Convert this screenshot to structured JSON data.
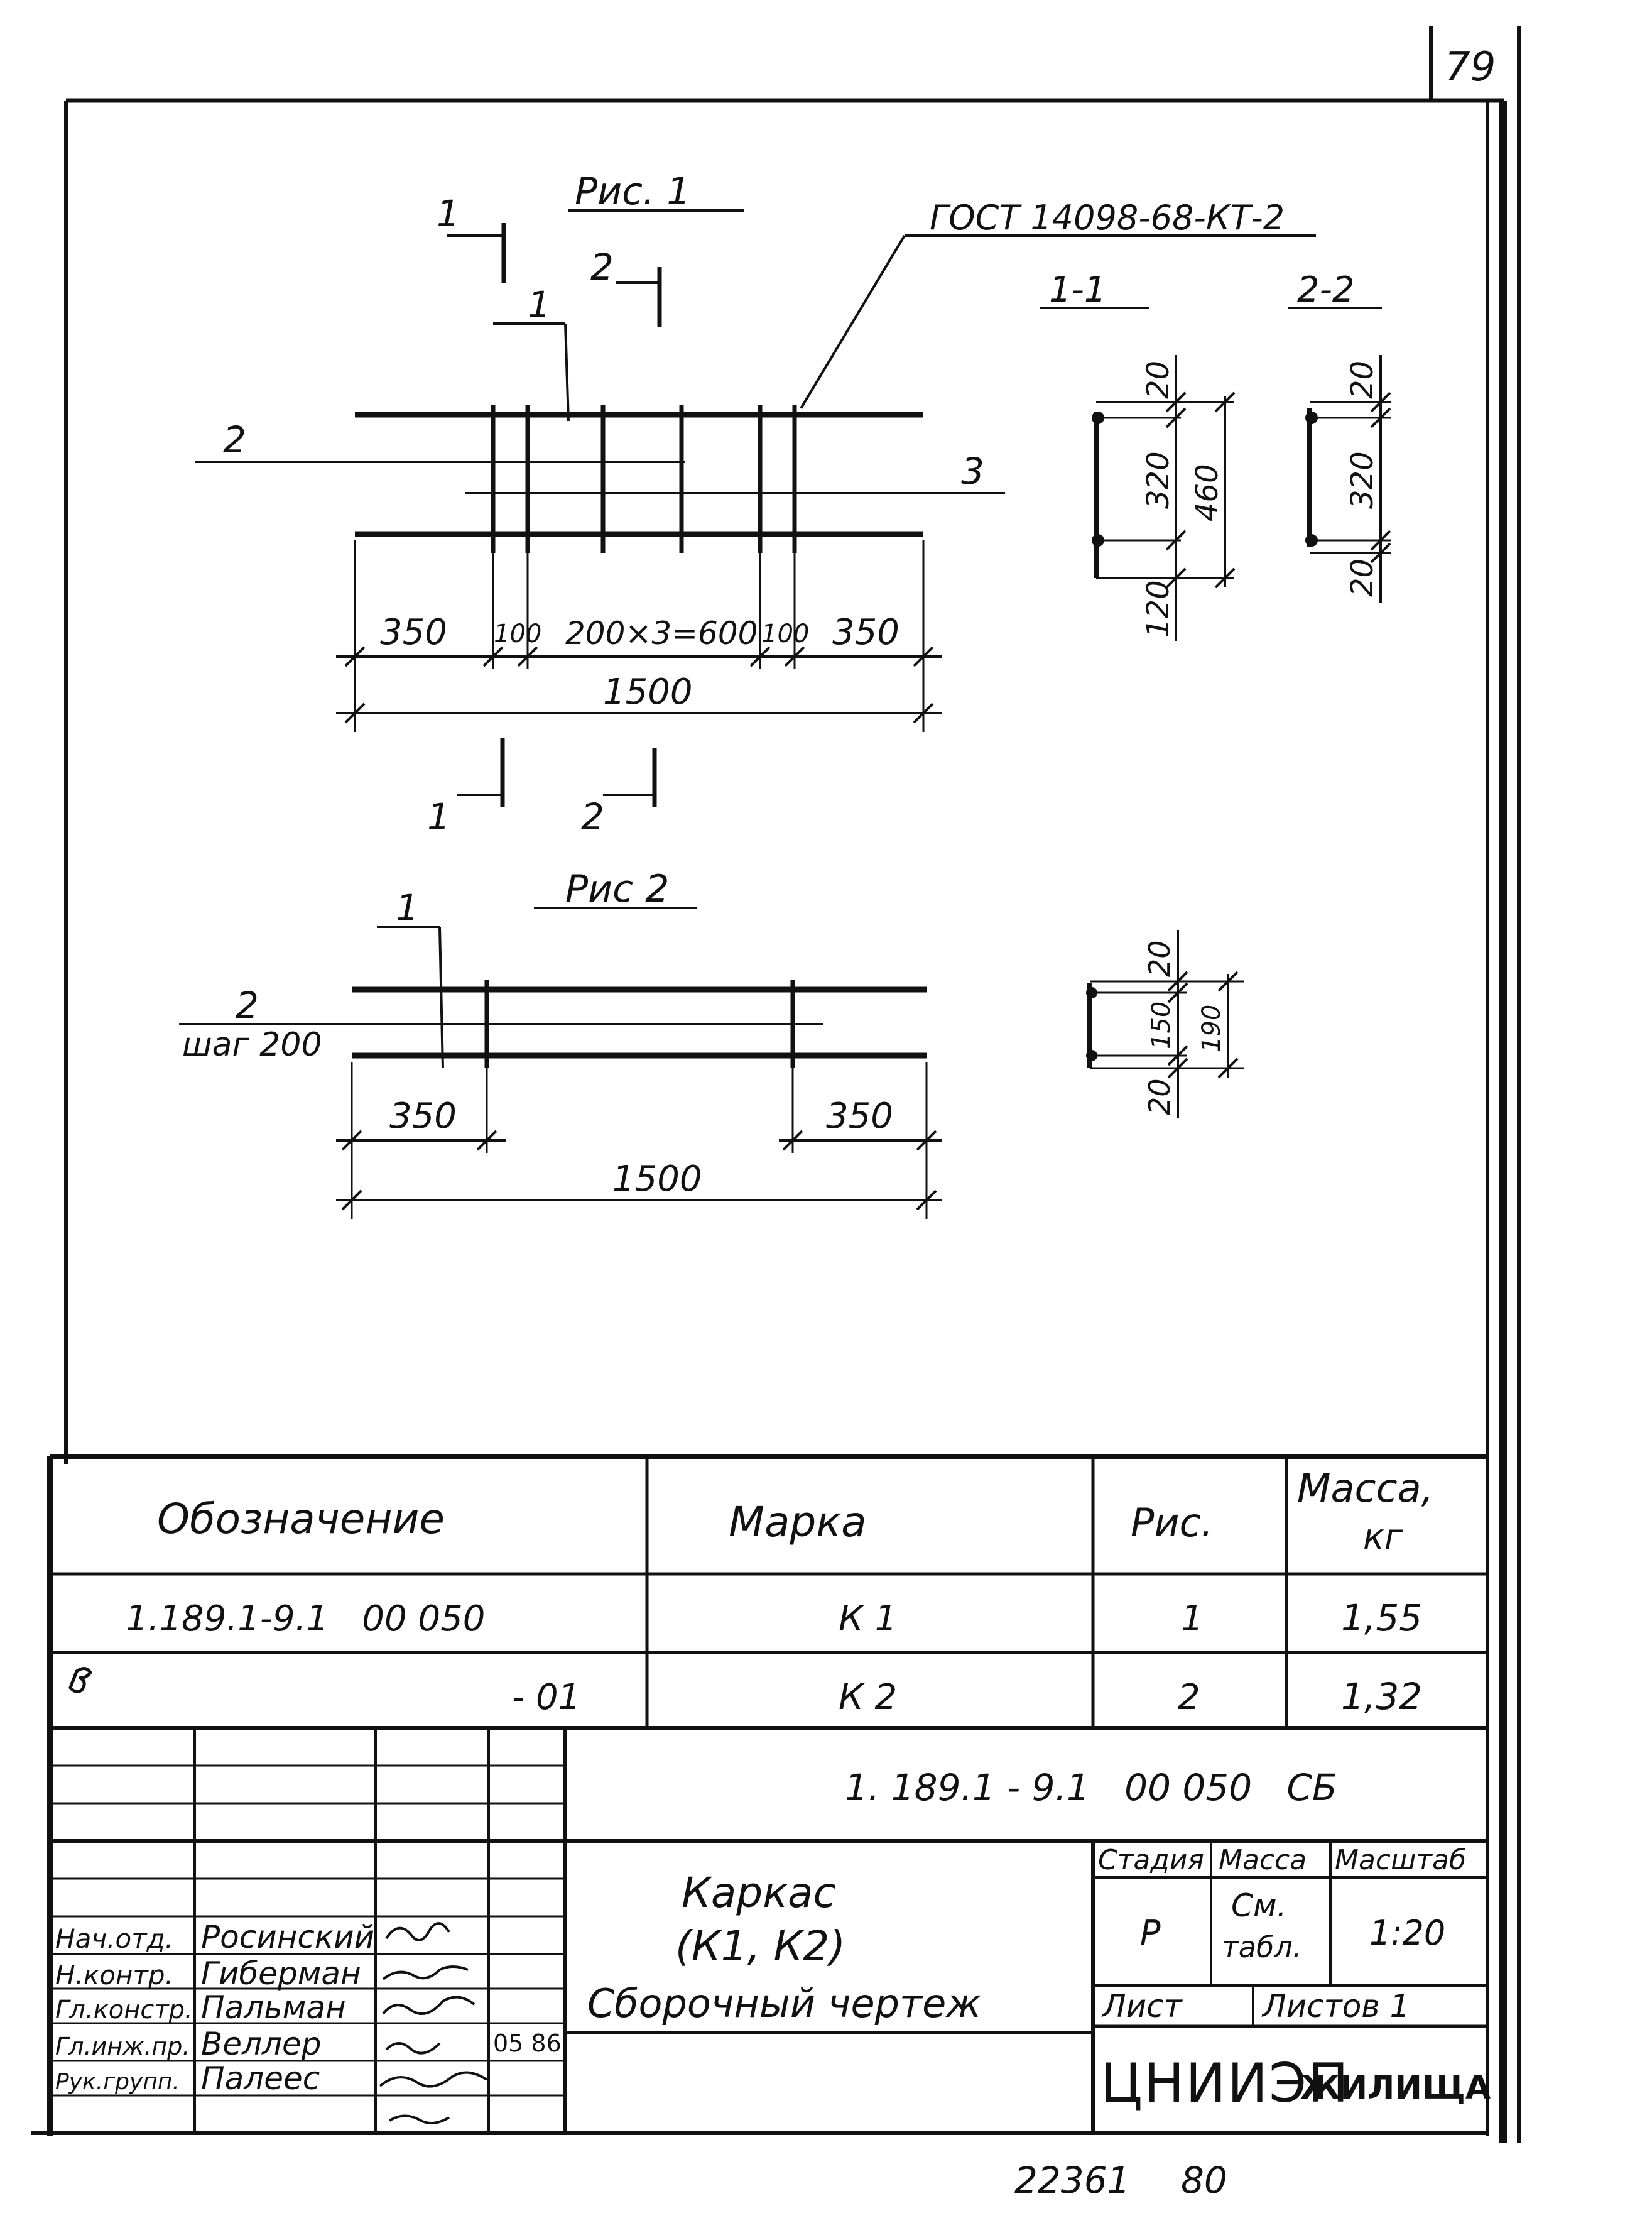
{
  "sheet": {
    "page_number": "79",
    "archive_number": "22361",
    "archive_sheet": "80"
  },
  "fig1": {
    "title": "Рис. 1",
    "gost_label": "ГОСТ 14098-68-КТ-2",
    "cut1_label_top": "1",
    "cut2_label_top": "2",
    "cut1_label_bottom": "1",
    "cut2_label_bottom": "2",
    "callout_1": "1",
    "callout_2": "2",
    "callout_3": "3",
    "dim_350_left": "350",
    "dim_100_left": "100",
    "dim_middle": "200×3=600",
    "dim_100_right": "100",
    "dim_350_right": "350",
    "dim_total": "1500"
  },
  "section_1_1": {
    "title": "1-1",
    "d20": "20",
    "d320": "320",
    "d460": "460",
    "d120": "120"
  },
  "section_2_2": {
    "title": "2-2",
    "d20_top": "20",
    "d320": "320",
    "d20_bottom": "20"
  },
  "fig2": {
    "title": "Рис 2",
    "callout_1": "1",
    "callout_2": "2",
    "step": "шаг 200",
    "dim_350_left": "350",
    "dim_350_right": "350",
    "dim_total": "1500",
    "sec_d20_top": "20",
    "sec_d150": "150",
    "sec_d190": "190",
    "sec_d20_bottom": "20"
  },
  "spec_table": {
    "headers": [
      "Обозначение",
      "Марка",
      "Рис.",
      "Масса,",
      "кг"
    ],
    "rows": [
      {
        "designation": "1.189.1-9.1   00 050",
        "mark": "К 1",
        "fig": "1",
        "mass": "1,55"
      },
      {
        "designation": "- 01",
        "mark": "К 2",
        "fig": "2",
        "mass": "1,32"
      }
    ]
  },
  "title_block": {
    "doc_code": "1. 189.1 - 9.1   00 050   СБ",
    "name_line1": "Каркас",
    "name_line2": "(К1, К2)",
    "name_line3": "Сборочный чертеж",
    "stage_header": "Стадия",
    "mass_header": "Масса",
    "scale_header": "Масштаб",
    "stage_value": "Р",
    "mass_value_1": "См.",
    "mass_value_2": "табл.",
    "scale_value": "1:20",
    "sheet_label": "Лист",
    "sheets_label": "Листов 1",
    "org": "ЦНИИЭП",
    "org_suffix": "ЖИЛИЩА",
    "date": "05 86",
    "staff": [
      {
        "role": "Нач.отд.",
        "name": "Росинский"
      },
      {
        "role": "Н.контр.",
        "name": "Гиберман"
      },
      {
        "role": "Гл.констр.",
        "name": "Пальман"
      },
      {
        "role": "Гл.инж.пр.",
        "name": "Веллер"
      },
      {
        "role": "Рук.групп.",
        "name": "Палеес"
      }
    ]
  }
}
